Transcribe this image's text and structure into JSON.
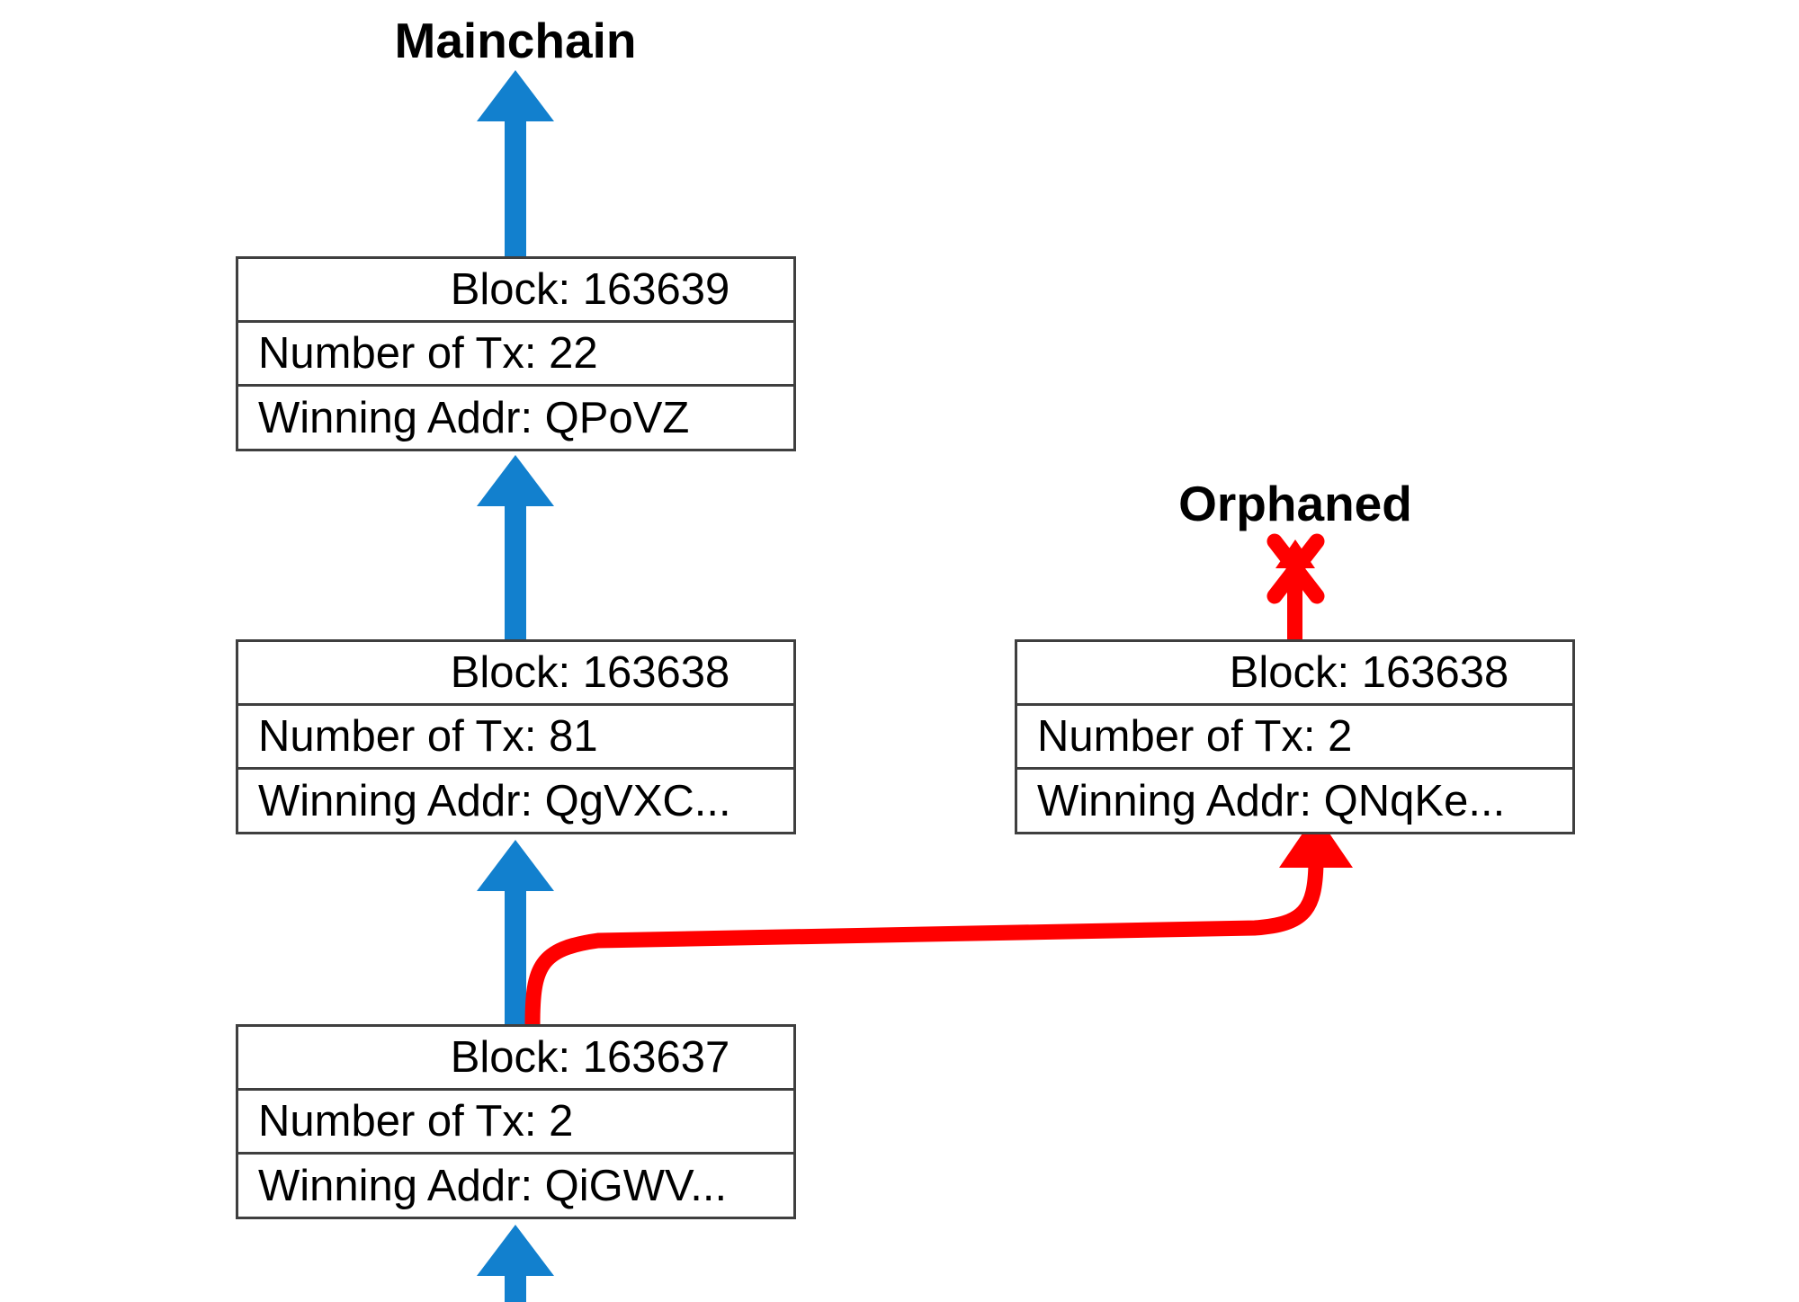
{
  "diagram": {
    "title_mainchain": "Mainchain",
    "title_orphaned": "Orphaned",
    "colors": {
      "mainchain_arrow": "#1280CE",
      "orphan_arrow": "#FF0000",
      "block_border": "#3F3F3F",
      "background": "#FFFFFF",
      "text": "#000000"
    }
  },
  "mainchain": {
    "blocks": [
      {
        "height_label": "Block: 163639",
        "tx_label": "Number of Tx: 22",
        "addr_label": "Winning Addr: QPoVZ"
      },
      {
        "height_label": "Block: 163638",
        "tx_label": "Number of Tx: 81",
        "addr_label": "Winning Addr: QgVXC..."
      },
      {
        "height_label": "Block: 163637",
        "tx_label": "Number of Tx: 2",
        "addr_label": "Winning Addr: QiGWV..."
      }
    ]
  },
  "orphaned": {
    "blocks": [
      {
        "height_label": "Block: 163638",
        "tx_label": "Number of Tx: 2",
        "addr_label": "Winning Addr: QNqKe..."
      }
    ],
    "reject_marker": "x-mark-icon"
  },
  "connectors": {
    "mainchain_up_top": "up-arrow-icon",
    "mainchain_up_163639": "up-arrow-icon",
    "mainchain_up_163638": "up-arrow-icon",
    "mainchain_up_bottom": "up-arrow-icon",
    "fork_to_orphan": "curved-up-arrow-icon",
    "orphan_terminated": "up-arrow-icon"
  }
}
